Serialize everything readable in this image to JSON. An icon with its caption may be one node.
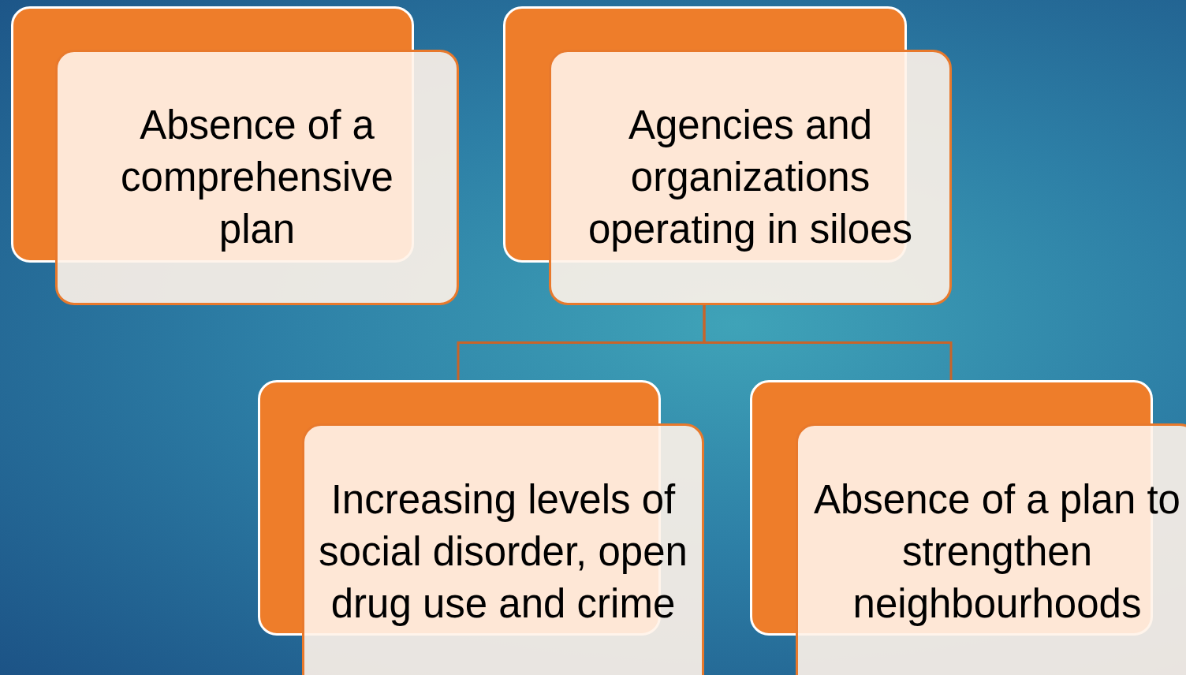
{
  "diagram": {
    "nodes": [
      {
        "text": [
          "Absence of a comprehensive plan"
        ]
      },
      {
        "text": [
          "Agencies and organizations operating in siloes"
        ]
      },
      {
        "text": [
          "Increasing levels of social disorder, open drug use and crime"
        ]
      },
      {
        "text": [
          "Absence of a plan to strengthen neighbourhoods"
        ]
      }
    ],
    "edges": [
      {
        "from": 1,
        "to": 2,
        "arrow": "none"
      },
      {
        "from": 1,
        "to": 3,
        "arrow": "none"
      }
    ]
  }
}
